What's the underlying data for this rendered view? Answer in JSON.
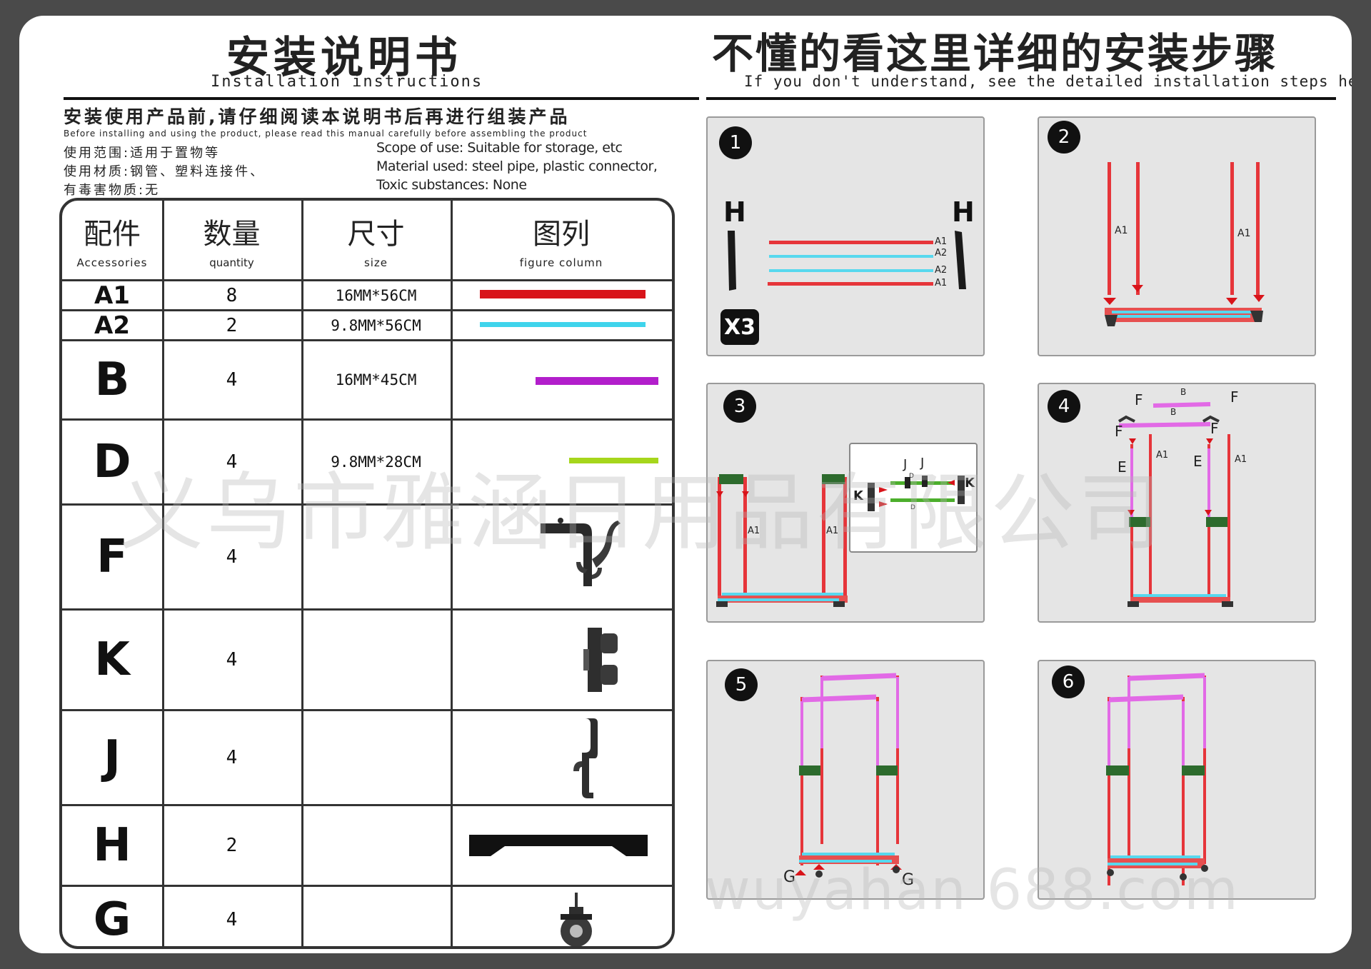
{
  "left_header": {
    "title_zh": "安装说明书",
    "title_en": "Installation instructions"
  },
  "right_header": {
    "title_zh": "不懂的看这里详细的安装步骤",
    "title_en": "If you don't understand, see the detailed installation steps here"
  },
  "notice": {
    "zh": "安装使用产品前,请仔细阅读本说明书后再进行组装产品",
    "en": "Before installing and using the product, please read this manual carefully before assembling the product",
    "zh_lines": [
      "使用范围:适用于置物等",
      "使用材质:钢管、塑料连接件、",
      "有毒害物质:无"
    ],
    "en_lines": [
      "Scope of use: Suitable for storage, etc",
      "Material used: steel pipe, plastic connector,",
      "Toxic substances: None"
    ]
  },
  "table": {
    "headers": [
      {
        "zh": "配件",
        "en": "Accessories"
      },
      {
        "zh": "数量",
        "en": "quantity"
      },
      {
        "zh": "尺寸",
        "en": "size"
      },
      {
        "zh": "图列",
        "en": "figure column"
      }
    ],
    "rows": [
      {
        "code": "A1",
        "qty": "8",
        "size": "16MM*56CM",
        "figure": "red-bar",
        "color": "#d8141a"
      },
      {
        "code": "A2",
        "qty": "2",
        "size": "9.8MM*56CM",
        "figure": "cyan-bar",
        "color": "#3fd4ec"
      },
      {
        "code": "B",
        "qty": "4",
        "size": "16MM*45CM",
        "figure": "purple-bar",
        "color": "#b21ecb"
      },
      {
        "code": "D",
        "qty": "4",
        "size": "9.8MM*28CM",
        "figure": "green-bar",
        "color": "#a6d61c"
      },
      {
        "code": "F",
        "qty": "4",
        "size": "",
        "figure": "hook-connector-icon"
      },
      {
        "code": "K",
        "qty": "4",
        "size": "",
        "figure": "clamp-icon"
      },
      {
        "code": "J",
        "qty": "4",
        "size": "",
        "figure": "single-hook-icon"
      },
      {
        "code": "H",
        "qty": "2",
        "size": "",
        "figure": "base-foot-icon"
      },
      {
        "code": "G",
        "qty": "4",
        "size": "",
        "figure": "caster-wheel-icon"
      }
    ]
  },
  "steps": [
    {
      "num": "1",
      "labels": [
        "H",
        "H",
        "A1",
        "A2",
        "A2",
        "A1",
        "X3"
      ]
    },
    {
      "num": "2",
      "labels": [
        "A1",
        "A1"
      ]
    },
    {
      "num": "3",
      "labels": [
        "A1",
        "A1",
        "J",
        "J",
        "K",
        "K",
        "D",
        "D"
      ]
    },
    {
      "num": "4",
      "labels": [
        "F",
        "B",
        "F",
        "F",
        "B",
        "F",
        "E",
        "A1",
        "E",
        "A1"
      ]
    },
    {
      "num": "5",
      "labels": [
        "G",
        "G"
      ]
    },
    {
      "num": "6",
      "labels": []
    }
  ],
  "watermark": {
    "company": "义乌市雅涵日用品有限公司",
    "site": "wuyahan 688.com"
  },
  "colors": {
    "red": "#d8141a",
    "cyan": "#3fd4ec",
    "purple": "#b21ecb",
    "green": "#a6d61c",
    "pink": "#e26ae6"
  }
}
